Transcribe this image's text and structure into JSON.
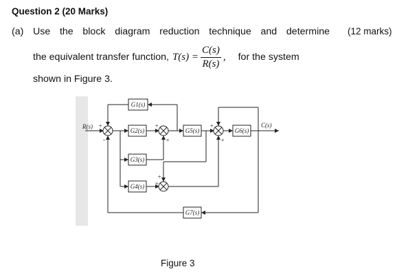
{
  "question": {
    "title": "Question 2 (20 Marks)",
    "part_label": "(a)",
    "line1": "Use the block diagram reduction technique and determine",
    "marks": "(12 marks)",
    "line2_prefix": "the equivalent transfer function,",
    "tf_lhs": "T(s) =",
    "tf_num": "C(s)",
    "tf_den": "R(s)",
    "tf_comma": ",",
    "line2_suffix": "for the system",
    "line3": "shown in Figure 3."
  },
  "diagram": {
    "input_label": "R(s)",
    "output_label": "C(s)",
    "blocks": [
      "G1(s)",
      "G2(s)",
      "G3(s)",
      "G4(s)",
      "G5(s)",
      "G6(s)",
      "G7(s)"
    ],
    "signs": {
      "s1_left": "+",
      "s1_bottom": "-",
      "s2_left": "+",
      "s2_bottom": "+",
      "s3_left": "+",
      "s3_bottom": "+",
      "s4_top": "+",
      "s4_left": "+"
    }
  },
  "figure_caption": "Figure 3"
}
